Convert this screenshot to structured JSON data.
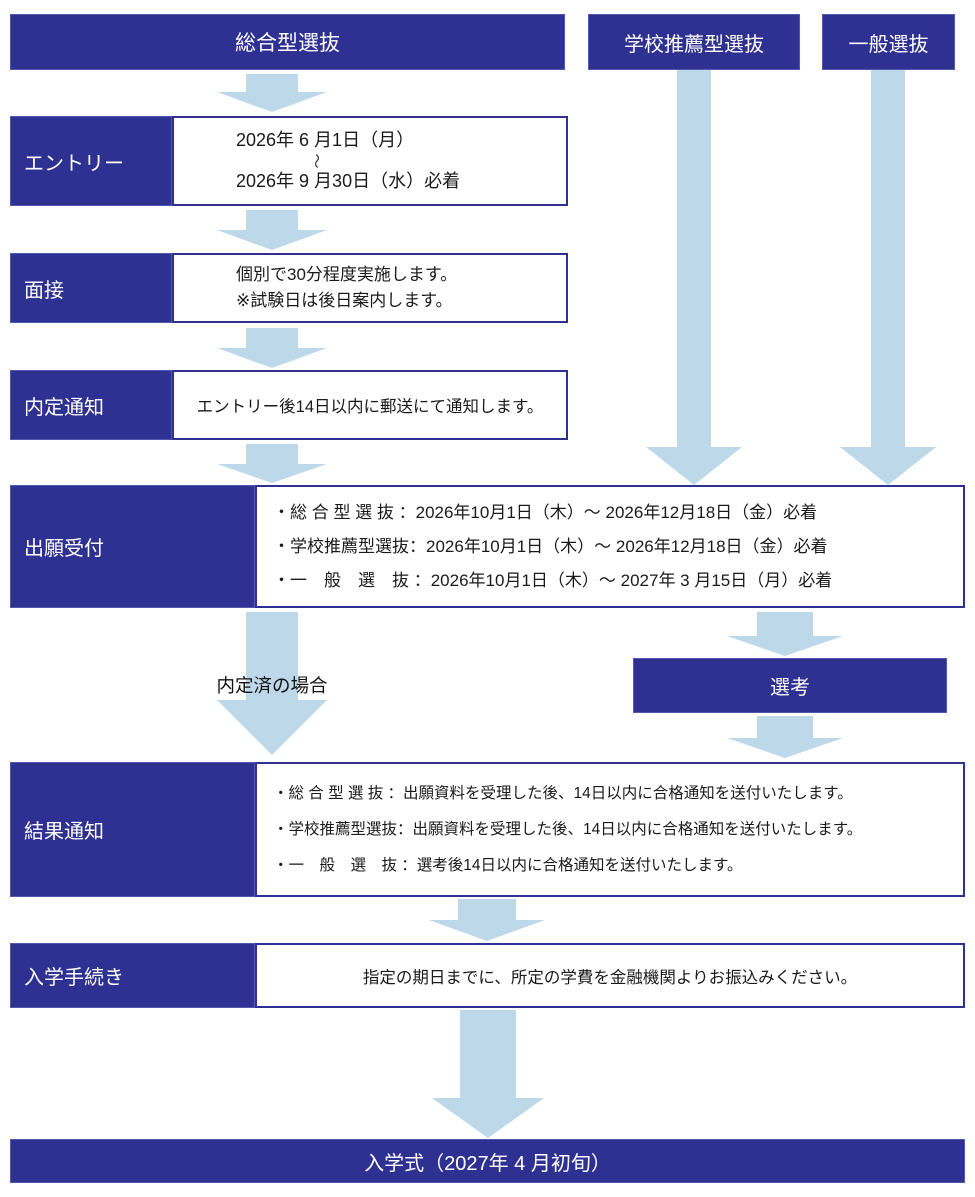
{
  "colors": {
    "navy": "#2e3192",
    "arrow": "#bdd8e8",
    "text": "#1a1a1a",
    "box_background": "#ffffff"
  },
  "headers": {
    "sogo": "総合型選抜",
    "suisen": "学校推薦型選抜",
    "ippan": "一般選抜"
  },
  "rows": {
    "entry": {
      "label": "エントリー",
      "date_from": "2026年 6 月1日（月）",
      "tilde": "〜",
      "date_to": "2026年 9 月30日（水）必着"
    },
    "interview": {
      "label": "面接",
      "line1": "個別で30分程度実施します。",
      "line2": "※試験日は後日案内します。"
    },
    "provisional": {
      "label": "内定通知",
      "text": "エントリー後14日以内に郵送にて通知します。"
    },
    "application": {
      "label": "出願受付",
      "lines": [
        "・総 合 型 選 抜 ：2026年10月1日（木）～ 2026年12月18日（金）必着",
        "・学校推薦型選抜：2026年10月1日（木）～ 2026年12月18日（金）必着",
        "・一　般　選　抜 ：2026年10月1日（木）～ 2027年 3 月15日（月）必着"
      ]
    },
    "result": {
      "label": "結果通知",
      "lines": [
        "・総 合 型 選 抜 ：出願資料を受理した後、14日以内に合格通知を送付いたします。",
        "・学校推薦型選抜：出願資料を受理した後、14日以内に合格通知を送付いたします。",
        "・一　般　選　抜 ：選考後14日以内に合格通知を送付いたします。"
      ]
    },
    "procedure": {
      "label": "入学手続き",
      "text": "指定の期日までに、所定の学費を金融機関よりお振込みください。"
    }
  },
  "middle": {
    "conditional_label": "内定済の場合",
    "screening": "選考"
  },
  "footer": {
    "label": "入学式（2027年 4 月初旬）"
  }
}
